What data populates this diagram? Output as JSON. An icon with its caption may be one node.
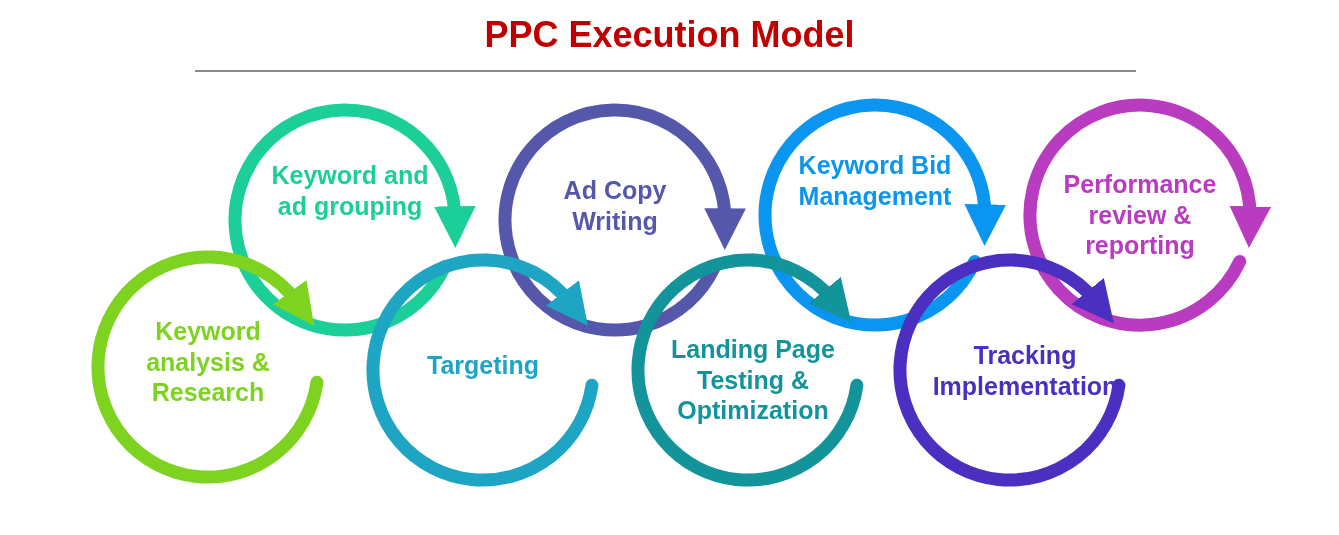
{
  "diagram": {
    "title": "PPC Execution Model",
    "nodes": [
      {
        "text": [
          "Keyword analysis & Research"
        ]
      },
      {
        "text": [
          "Keyword and ad grouping"
        ]
      },
      {
        "text": [
          "Targeting"
        ]
      },
      {
        "text": [
          "Ad Copy Writing"
        ]
      },
      {
        "text": [
          "Landing Page Testing & Optimization"
        ]
      },
      {
        "text": [
          "Keyword Bid Management"
        ]
      },
      {
        "text": [
          "Tracking Implementation"
        ]
      },
      {
        "text": [
          "Performance review & reporting"
        ]
      }
    ],
    "edges": [
      {
        "from": 0,
        "to": 1,
        "arrow": "to",
        "color": "#7ed321"
      },
      {
        "from": 1,
        "to": 2,
        "arrow": "to",
        "color": "#1ccf98"
      },
      {
        "from": 2,
        "to": 3,
        "arrow": "to",
        "color": "#1ea5c4"
      },
      {
        "from": 3,
        "to": 4,
        "arrow": "to",
        "color": "#5557aa"
      },
      {
        "from": 4,
        "to": 5,
        "arrow": "to",
        "color": "#13939a"
      },
      {
        "from": 5,
        "to": 6,
        "arrow": "to",
        "color": "#0a96f0"
      },
      {
        "from": 6,
        "to": 7,
        "arrow": "to",
        "color": "#4a2fc0"
      }
    ]
  }
}
